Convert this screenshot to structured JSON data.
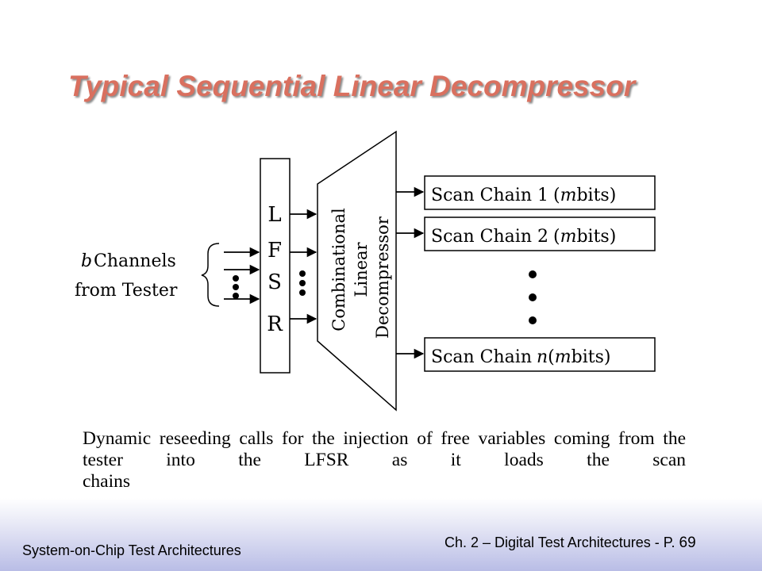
{
  "slide": {
    "title": "Typical Sequential Linear Decompressor"
  },
  "diagram": {
    "input_label": {
      "var": "b",
      "line1": "Channels",
      "line2": "from Tester"
    },
    "lfsr_letters": [
      "L",
      "F",
      "S",
      "R"
    ],
    "decompressor_lines": [
      "Combinational",
      "Linear",
      "Decompressor"
    ],
    "scan_chains": [
      {
        "prefix": "Scan Chain 1",
        "var": "m",
        "suffix": "bits)"
      },
      {
        "prefix": "Scan Chain 2",
        "var": "m",
        "suffix": "bits)"
      },
      {
        "prefix": "Scan Chain",
        "index_var": "n",
        "var": "m",
        "suffix": "bits)"
      }
    ],
    "colors": {
      "stroke": "#000000",
      "title": "#d9705f"
    }
  },
  "body": {
    "text_justified": "Dynamic reseeding calls for the injection of free variables coming from the tester into the LFSR as it loads the scan",
    "text_last": "chains"
  },
  "footer": {
    "left": "System-on-Chip Test Architectures",
    "right": "Ch. 2 – Digital Test Architectures - P.",
    "page": "69"
  }
}
